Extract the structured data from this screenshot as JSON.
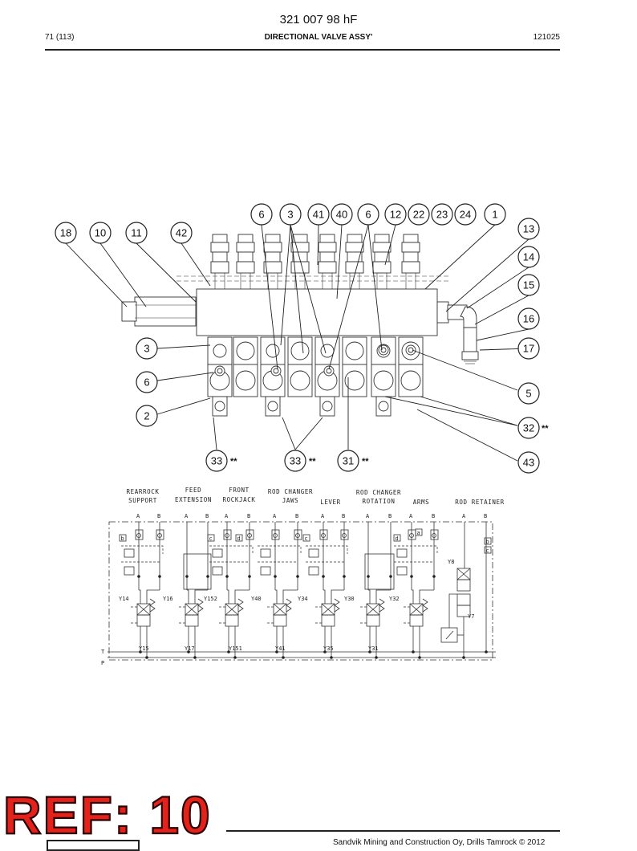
{
  "header": {
    "doc_number": "321 007 98 hF",
    "page": "71 (113)",
    "title": "DIRECTIONAL VALVE ASSY'",
    "code": "121025"
  },
  "callouts": {
    "c6a": "6",
    "c3top": "3",
    "c41": "41",
    "c40": "40",
    "c6b": "6",
    "c12": "12",
    "c22": "22",
    "c23": "23",
    "c24": "24",
    "c1": "1",
    "c18": "18",
    "c10": "10",
    "c11": "11",
    "c42": "42",
    "c13": "13",
    "c14": "14",
    "c15": "15",
    "c16": "16",
    "c17": "17",
    "c3left": "3",
    "c6left": "6",
    "c2": "2",
    "c5": "5",
    "c32": "32",
    "c43": "43",
    "c33a": "33",
    "c33b": "33",
    "c31": "31"
  },
  "double_star": "**",
  "schematic": {
    "functions": {
      "rearrock_1": "REARROCK",
      "rearrock_2": "SUPPORT",
      "feed_1": "FEED",
      "feed_2": "EXTENSION",
      "front_1": "FRONT",
      "front_2": "ROCKJACK",
      "rcjaws_1": "ROD CHANGER",
      "rcjaws_2": "JAWS",
      "lever": "LEVER",
      "rcrot_1": "ROD CHANGER",
      "rcrot_2": "ROTATION",
      "arms": "ARMS",
      "retainer": "ROD RETAINER"
    },
    "port_a": "A",
    "port_b": "B",
    "tags": {
      "b": "b",
      "c": "c",
      "d": "d",
      "a": "a"
    },
    "solenoids": {
      "y14": "Y14",
      "y16": "Y16",
      "y152": "Y152",
      "y40": "Y40",
      "y34": "Y34",
      "y30": "Y30",
      "y32": "Y32",
      "y8": "Y8",
      "y7": "Y7",
      "y15": "Y15",
      "y17": "Y17",
      "y151": "Y151",
      "y41": "Y41",
      "y35": "Y35",
      "y31": "Y31"
    },
    "line_t": "T",
    "line_p": "P"
  },
  "stamp": "REF: 10",
  "footer": "Sandvik Mining and Construction Oy, Drills Tamrock © 2012"
}
